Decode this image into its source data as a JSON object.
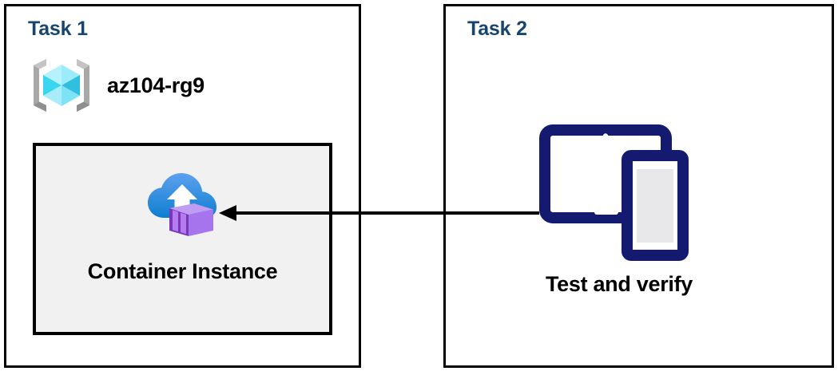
{
  "diagram": {
    "title": "Azure Container Instance task diagram",
    "background": "#ffffff",
    "panel_border_color": "#000000",
    "heading_color": "#17456e",
    "card_fill": "#f1f1f1",
    "arrow_color": "#000000",
    "device_color": "#131a70"
  },
  "panels": [
    {
      "id": "task1",
      "title": "Task 1",
      "resource_group": {
        "icon": "azure-resource-group-icon",
        "label": "az104-rg9"
      },
      "card": {
        "icon": "azure-container-instance-icon",
        "label": "Container Instance"
      }
    },
    {
      "id": "task2",
      "title": "Task 2",
      "device": {
        "icon": "tablet-and-phone-icon",
        "label": "Test and verify"
      }
    }
  ],
  "connector": {
    "name": "arrow-task2-to-container-instance",
    "direction": "right-to-left",
    "from": "Test and verify",
    "to": "Container Instance"
  }
}
